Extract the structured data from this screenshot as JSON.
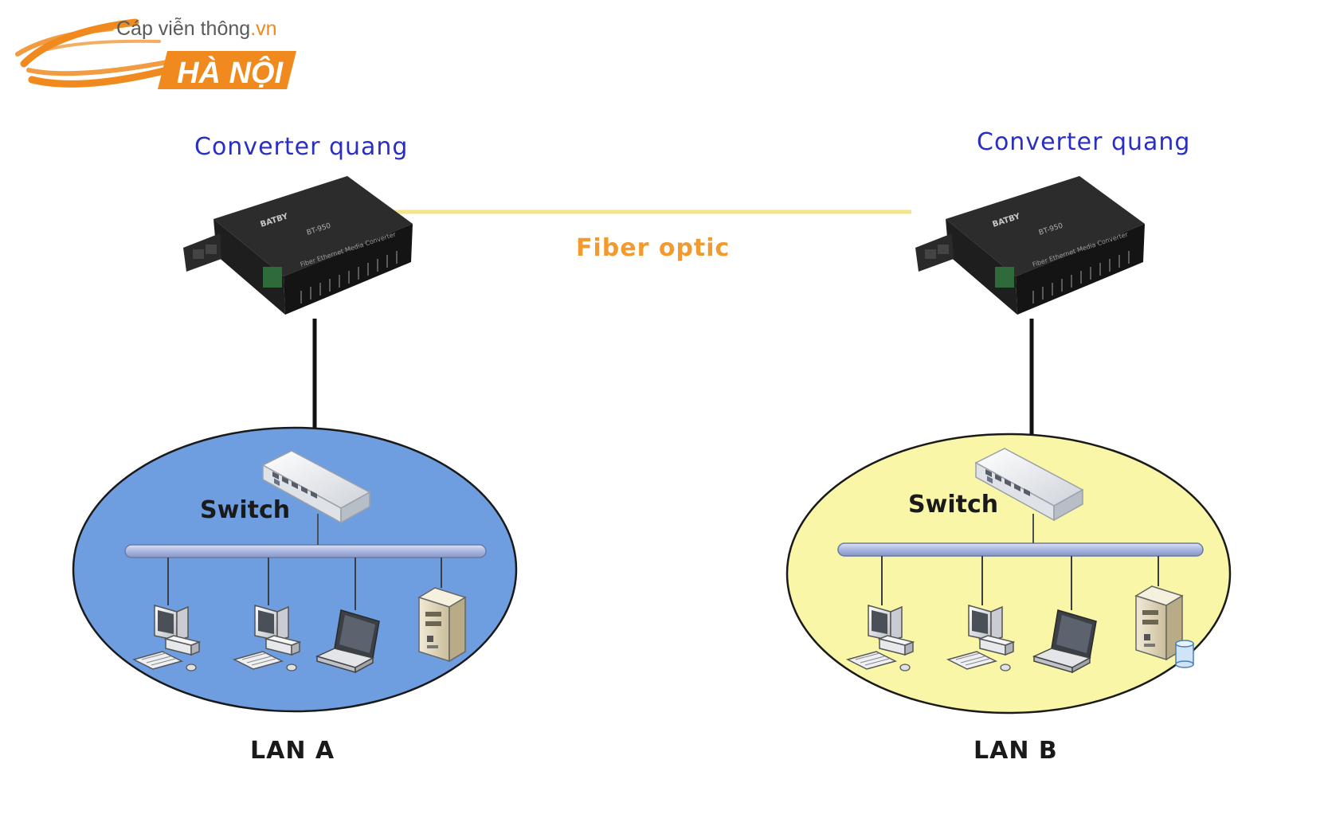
{
  "logo": {
    "brand_text": "Cáp viễn thông",
    "brand_suffix": ".vn",
    "city": "HÀ NỘI",
    "accent_color": "#f08a1e"
  },
  "left_site": {
    "converter_label": "Converter quang",
    "switch_label": "Switch",
    "lan_label": "LAN A",
    "lan_color": "#6f9ee0"
  },
  "right_site": {
    "converter_label": "Converter quang",
    "switch_label": "Switch",
    "lan_label": "LAN B",
    "lan_color": "#f9f6a8"
  },
  "link": {
    "label": "Fiber optic",
    "color": "#f5e58a"
  },
  "icons": [
    "media-converter-icon",
    "network-switch-icon",
    "desktop-computer-icon",
    "laptop-icon",
    "server-tower-icon",
    "database-icon"
  ]
}
